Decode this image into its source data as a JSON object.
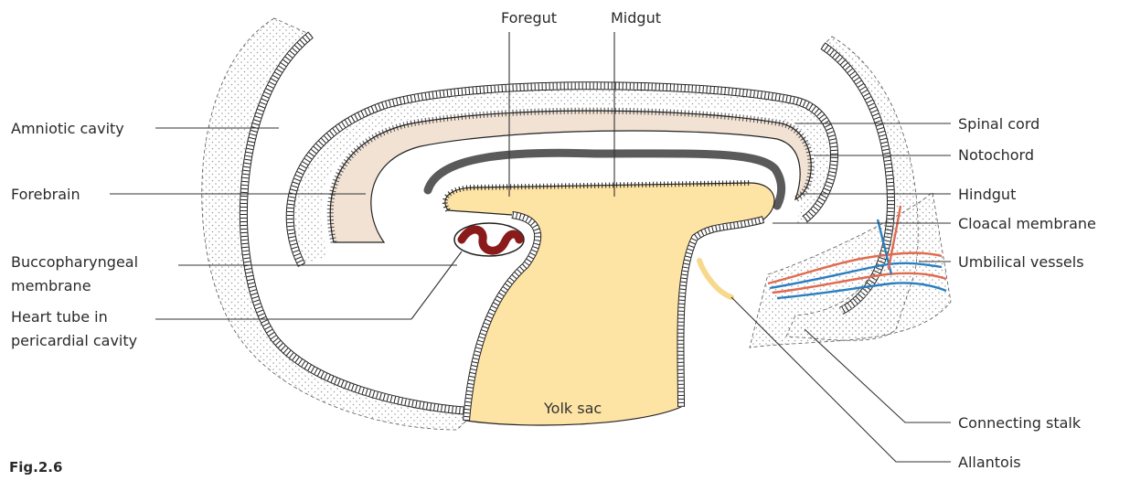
{
  "figure_label": "Fig.2.6",
  "labels": {
    "foregut": "Foregut",
    "midgut": "Midgut",
    "amniotic_cavity": "Amniotic cavity",
    "forebrain": "Forebrain",
    "buccopharyngeal_1": "Buccopharyngeal",
    "buccopharyngeal_2": "membrane",
    "heart_tube_1": "Heart tube in",
    "heart_tube_2": "pericardial cavity",
    "spinal_cord": "Spinal cord",
    "notochord": "Notochord",
    "hindgut": "Hindgut",
    "cloacal_membrane": "Cloacal membrane",
    "umbilical_vessels": "Umbilical vessels",
    "connecting_stalk": "Connecting stalk",
    "allantois": "Allantois",
    "yolk_sac": "Yolk sac"
  },
  "colors": {
    "yolk": "#fde3a4",
    "neural": "#f1e2d4",
    "notochord": "#5a5a5a",
    "heart": "#8b1a1a",
    "artery": "#e06b4f",
    "vein": "#2a7fc1",
    "allantois": "#f6d98c",
    "tissue_dots": "#9a9a9a"
  }
}
